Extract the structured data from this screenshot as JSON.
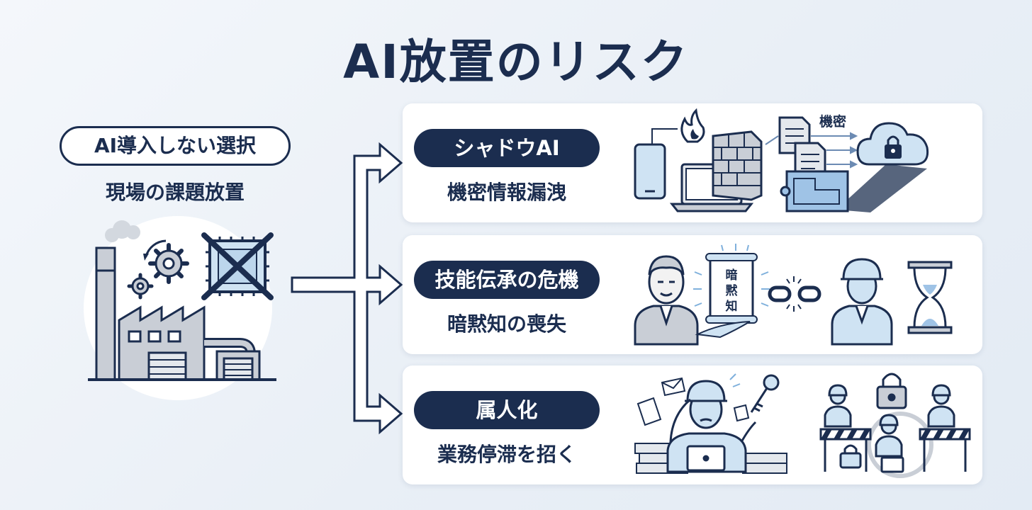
{
  "title": "AI放置のリスク",
  "left": {
    "pill_label": "AI導入しない選択",
    "subtitle": "現場の課題放置"
  },
  "cards": [
    {
      "label": "シャドウAI",
      "subtitle": "機密情報漏洩",
      "annotation": "機密",
      "icons": [
        "smartphone-icon",
        "fire-icon",
        "laptop-icon",
        "firewall-icon",
        "document-icon",
        "blueprint-icon",
        "cloud-lock-icon"
      ]
    },
    {
      "label": "技能伝承の危機",
      "subtitle": "暗黙知の喪失",
      "scroll_text": [
        "暗",
        "黙",
        "知"
      ],
      "icons": [
        "elder-worker-icon",
        "scroll-icon",
        "broken-chain-icon",
        "young-worker-icon",
        "hourglass-icon"
      ]
    },
    {
      "label": "属人化",
      "subtitle": "業務停滞を招く",
      "icons": [
        "stressed-worker-icon",
        "key-icon",
        "padlock-icon",
        "barrier-icon",
        "team-workers-icon"
      ]
    }
  ],
  "colors": {
    "navy": "#1b2d4f",
    "light_blue": "#cfe3f3",
    "gray": "#c9ced6",
    "background": "#eef3f8"
  }
}
